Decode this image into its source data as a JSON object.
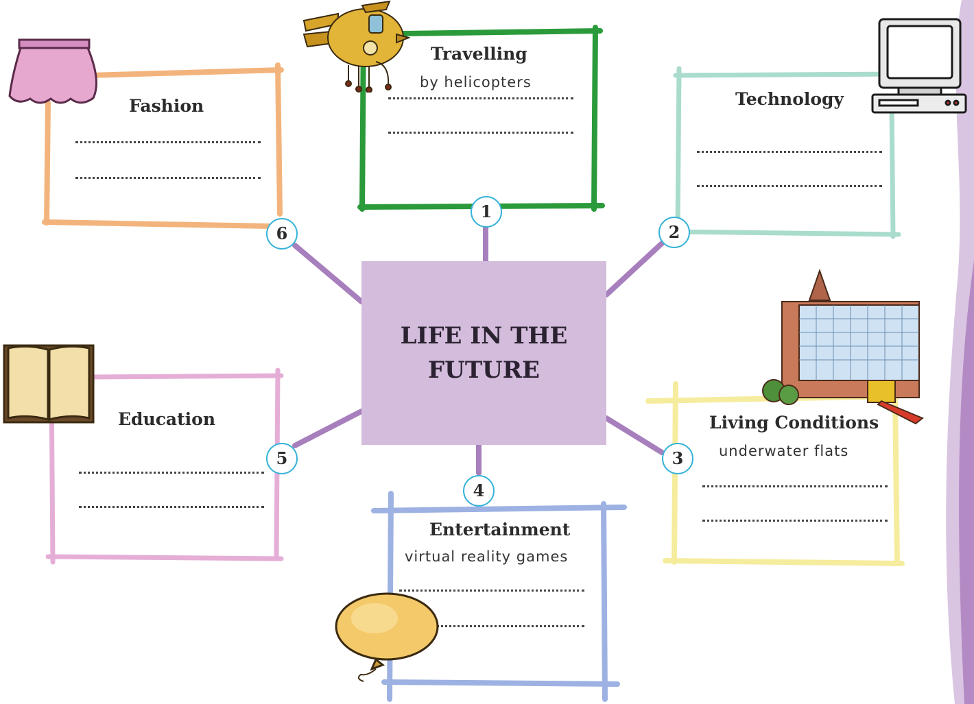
{
  "center": {
    "title": "LIFE IN THE FUTURE"
  },
  "branches": [
    {
      "number": "1",
      "topic": "Travelling",
      "example": "by helicopters",
      "color": "#2a9a3a"
    },
    {
      "number": "2",
      "topic": "Technology",
      "example": "",
      "color": "#a9dccd"
    },
    {
      "number": "3",
      "topic": "Living Conditions",
      "example": "underwater flats",
      "color": "#f6ec9e"
    },
    {
      "number": "4",
      "topic": "Entertainment",
      "example": "virtual reality games",
      "color": "#9db2e2"
    },
    {
      "number": "5",
      "topic": "Education",
      "example": "",
      "color": "#e5aed6"
    },
    {
      "number": "6",
      "topic": "Fashion",
      "example": "",
      "color": "#f2b47c"
    }
  ],
  "colors": {
    "connector": "#a77fbd",
    "badge_border": "#37b3d8",
    "center_box": "#d4bcdc",
    "side_ribbon": "#b48ac4"
  },
  "icons": [
    "helicopter-icon",
    "skirt-icon",
    "computer-icon",
    "building-icon",
    "book-icon",
    "balloon-icon"
  ]
}
